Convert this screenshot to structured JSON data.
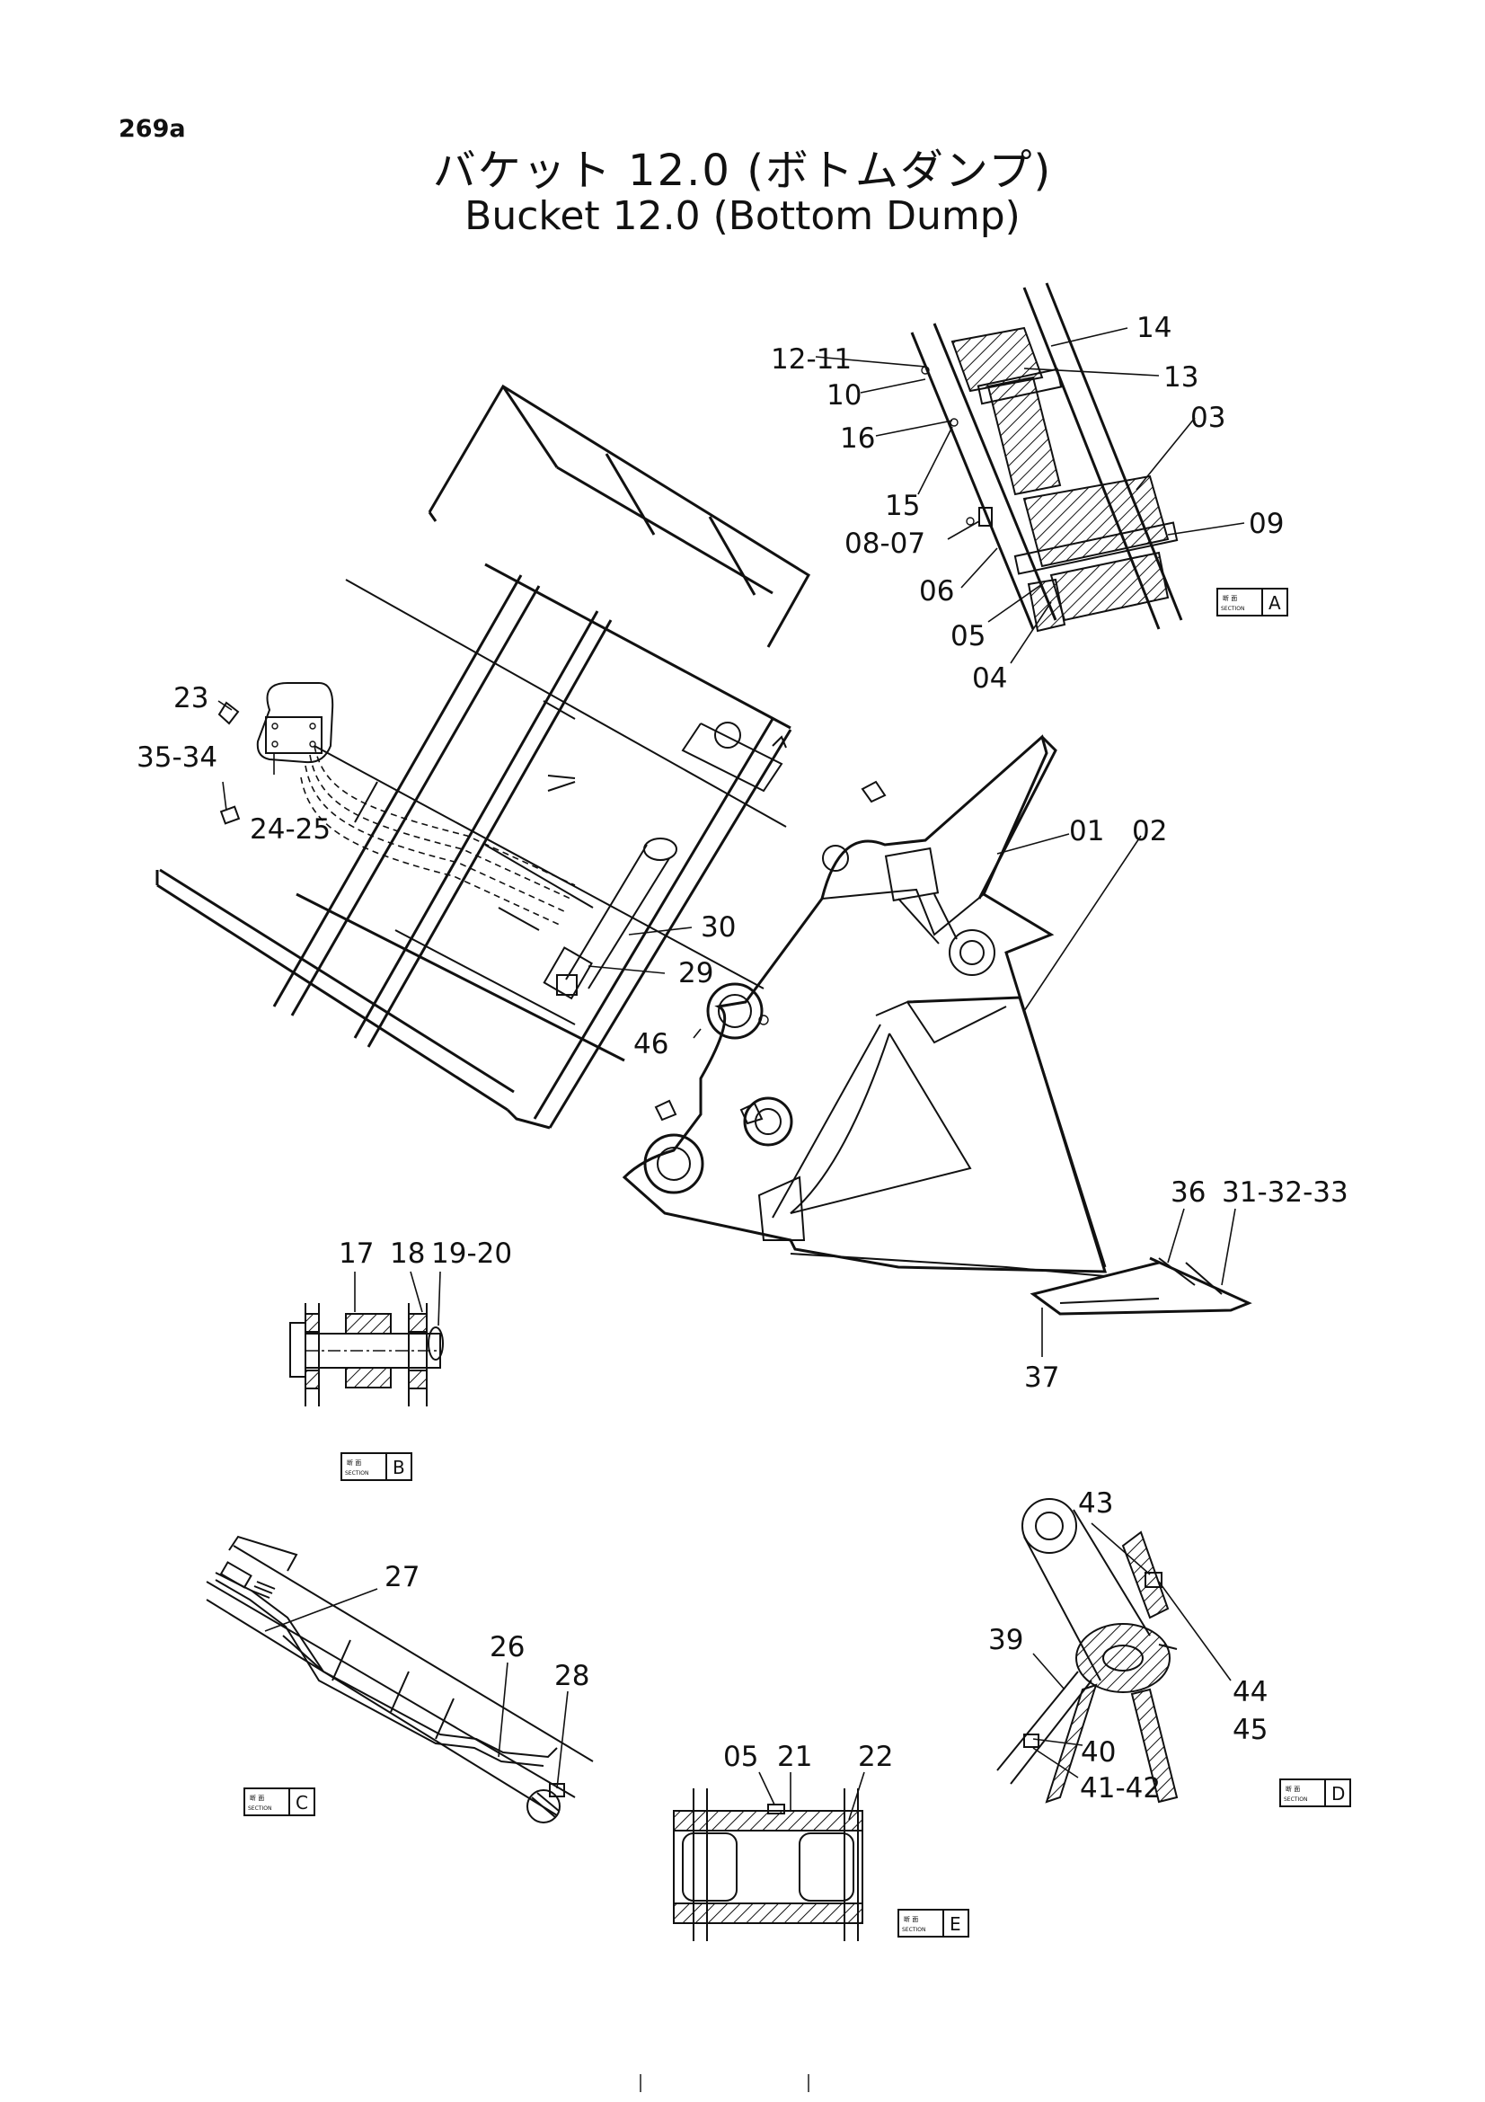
{
  "page": {
    "number": "269a"
  },
  "title": {
    "jp": "バケット 12.0 (ボトムダンプ)",
    "en": "Bucket 12.0 (Bottom Dump)"
  },
  "section_tag": {
    "jp": "断 面",
    "en": "SECTION"
  },
  "sections": [
    {
      "letter": "A"
    },
    {
      "letter": "B"
    },
    {
      "letter": "C"
    },
    {
      "letter": "D"
    },
    {
      "letter": "E"
    }
  ],
  "callouts": {
    "main": [
      "01",
      "02",
      "46",
      "36",
      "31-32-33",
      "37"
    ],
    "frame": [
      "23",
      "35-34",
      "24-25",
      "30",
      "29"
    ],
    "section_a": [
      "12-11",
      "14",
      "10",
      "13",
      "16",
      "03",
      "15",
      "08-07",
      "09",
      "06",
      "05",
      "04"
    ],
    "section_b": [
      "17",
      "18",
      "19-20"
    ],
    "section_c": [
      "27",
      "26",
      "28"
    ],
    "section_d": [
      "43",
      "39",
      "44",
      "45",
      "40",
      "41-42"
    ],
    "section_e": [
      "05",
      "21",
      "22"
    ]
  }
}
